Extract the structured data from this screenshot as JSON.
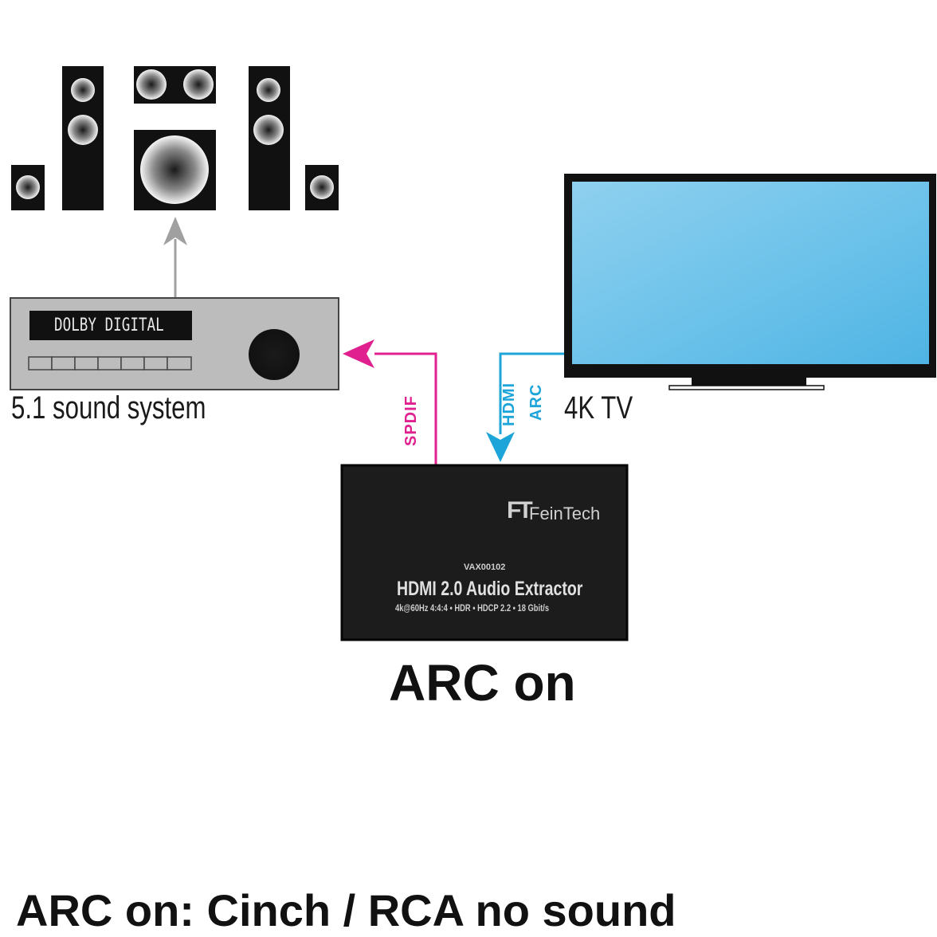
{
  "labels": {
    "sound_system": "5.1 sound system",
    "tv": "4K TV",
    "arc_state": "ARC on",
    "footer_note": "ARC on: Cinch / RCA no sound"
  },
  "receiver": {
    "display_text": "DOLBY DIGITAL"
  },
  "connections": {
    "spdif": "SPDIF",
    "hdmi": "HDMI",
    "arc": "ARC"
  },
  "device": {
    "brand_logo": "FT",
    "brand_name": "FeinTech",
    "model": "VAX00102",
    "name": "HDMI 2.0 Audio Extractor",
    "specs": "4k@60Hz 4:4:4 • HDR • HDCP 2.2 • 18 Gbit/s"
  },
  "colors": {
    "spdif": "#e0208f",
    "hdmi_arc": "#1da4d8",
    "receiver_arrow": "#a0a0a0",
    "tv_screen": "#63bfe8"
  },
  "icons": [
    "speaker-icon",
    "subwoofer-icon",
    "receiver-icon",
    "tv-icon",
    "audio-extractor-icon"
  ]
}
